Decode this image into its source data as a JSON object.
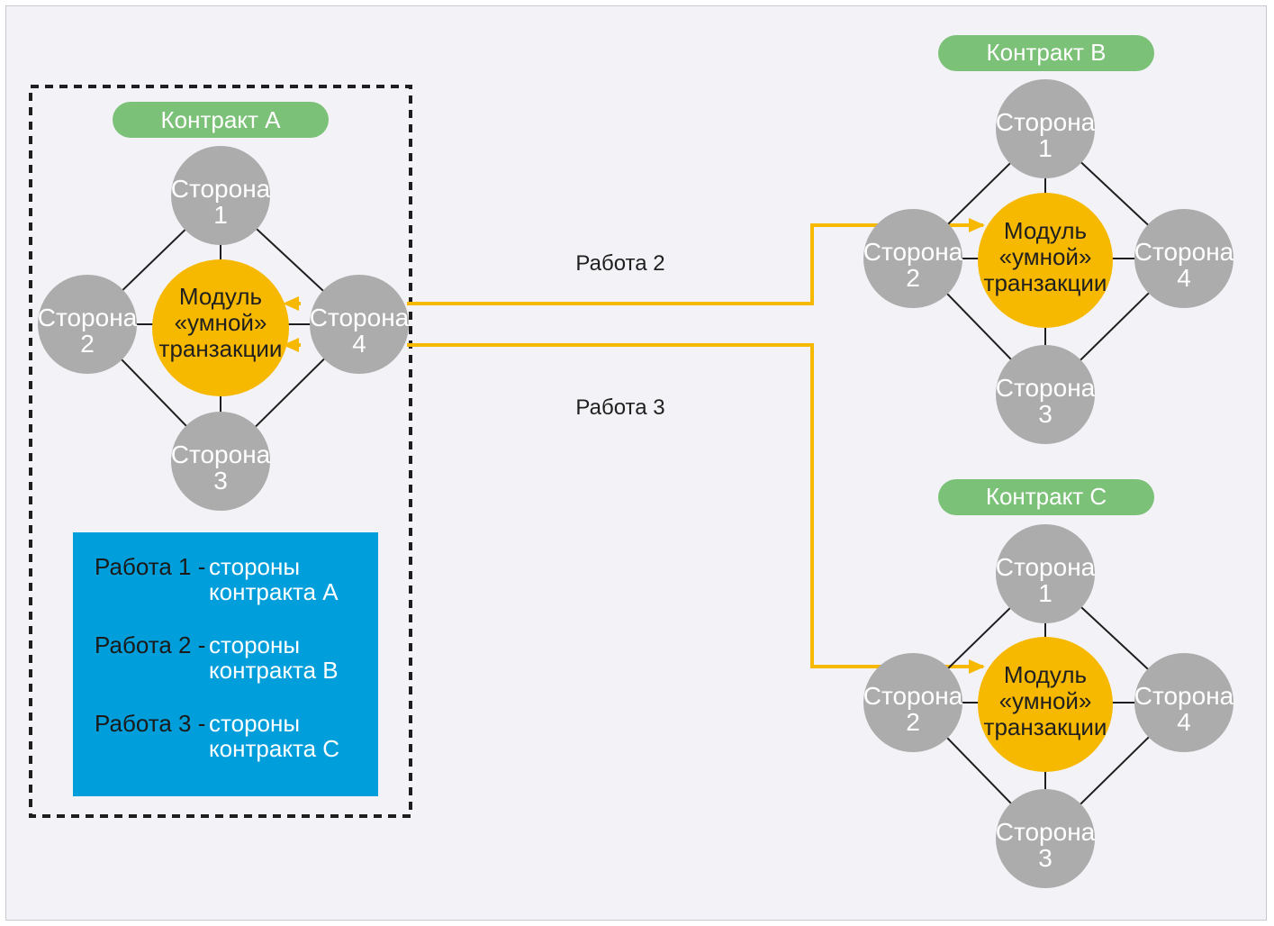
{
  "colors": {
    "party": "#acacac",
    "module": "#f7b800",
    "contract_label": "#7cc178",
    "arrow": "#f7b800",
    "legend_bg": "#009fdc",
    "line": "#1e1e1e"
  },
  "contracts": {
    "a": {
      "label": "Контракт А",
      "module": [
        "Модуль",
        "«умной»",
        "транзакции"
      ],
      "party1": [
        "Сторона",
        "1"
      ],
      "party2": [
        "Сторона",
        "2"
      ],
      "party3": [
        "Сторона",
        "3"
      ],
      "party4": [
        "Сторона",
        "4"
      ]
    },
    "b": {
      "label": "Контракт В",
      "module": [
        "Модуль",
        "«умной»",
        "транзакции"
      ],
      "party1": [
        "Сторона",
        "1"
      ],
      "party2": [
        "Сторона",
        "2"
      ],
      "party3": [
        "Сторона",
        "3"
      ],
      "party4": [
        "Сторона",
        "4"
      ]
    },
    "c": {
      "label": "Контракт С",
      "module": [
        "Модуль",
        "«умной»",
        "транзакции"
      ],
      "party1": [
        "Сторона",
        "1"
      ],
      "party2": [
        "Сторона",
        "2"
      ],
      "party3": [
        "Сторона",
        "3"
      ],
      "party4": [
        "Сторона",
        "4"
      ]
    }
  },
  "work_labels": {
    "work2": "Работа 2",
    "work3": "Работа 3"
  },
  "legend": [
    {
      "label": "Работа 1 -",
      "desc": [
        "стороны",
        "контракта А"
      ]
    },
    {
      "label": "Работа 2 -",
      "desc": [
        "стороны",
        "контракта В"
      ]
    },
    {
      "label": "Работа 3 -",
      "desc": [
        "стороны",
        "контракта С"
      ]
    }
  ]
}
